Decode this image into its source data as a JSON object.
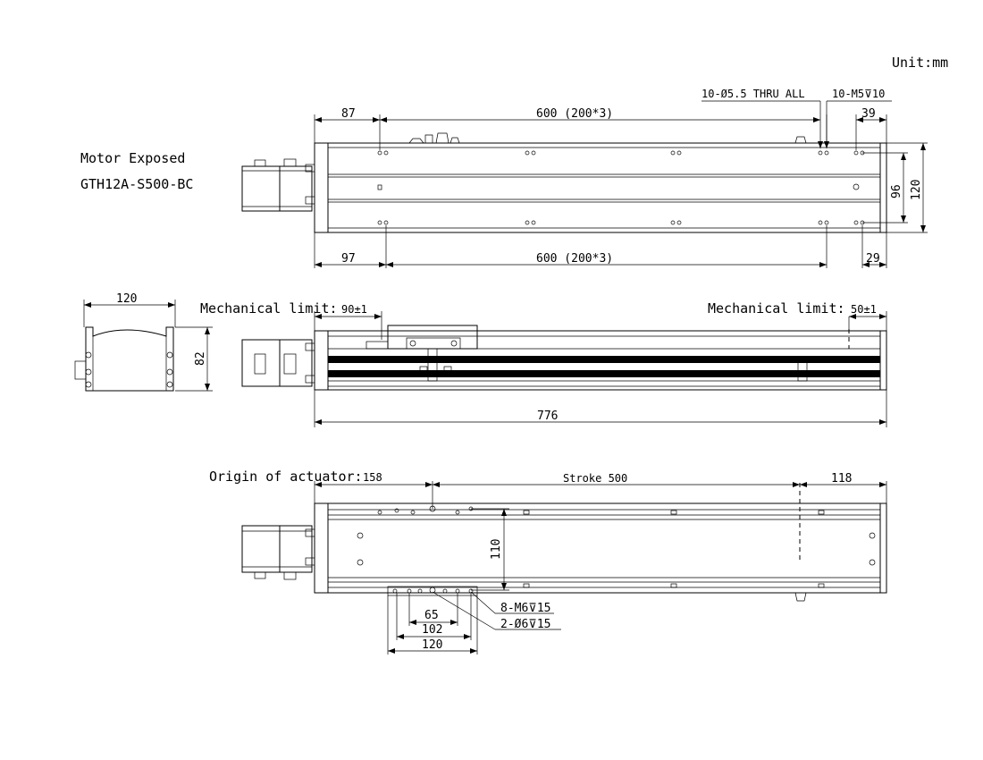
{
  "unit_label": "Unit:mm",
  "model": {
    "line1": "Motor Exposed",
    "line2": "GTH12A-S500-BC"
  },
  "top_view": {
    "dim_left_top": "87",
    "dim_mid_top": "600 (200*3)",
    "dim_right_top": "39",
    "hole_note_1": "10-Ø5.5 THRU ALL",
    "hole_note_2": "10-M5⊽10",
    "dim_left_bottom": "97",
    "dim_mid_bottom": "600 (200*3)",
    "dim_right_bottom": "29",
    "dim_height_inner": "96",
    "dim_height_outer": "120"
  },
  "side_view": {
    "end_width": "120",
    "end_height": "82",
    "mech_limit_left_label": "Mechanical limit:",
    "mech_limit_left_value": "90±1",
    "mech_limit_right_label": "Mechanical limit:",
    "mech_limit_right_value": "50±1",
    "total_length": "776"
  },
  "bottom_view": {
    "origin_label": "Origin of actuator:",
    "origin_value": "158",
    "stroke": "Stroke 500",
    "right_dim": "118",
    "height": "110",
    "carriage_dim_1": "65",
    "carriage_dim_2": "102",
    "carriage_dim_3": "120",
    "note_1": "8-M6⊽15",
    "note_2": "2-Ø6⊽15"
  }
}
